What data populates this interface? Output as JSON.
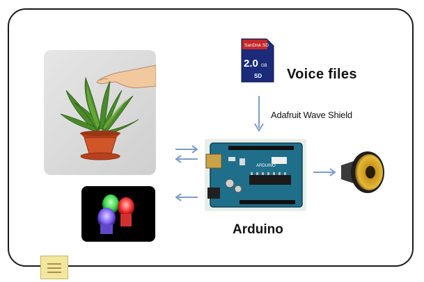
{
  "diagram": {
    "labels": {
      "voice_files": "Voice files",
      "shield": "Adafruit Wave Shield",
      "arduino": "Arduino"
    },
    "sd_card": {
      "brand": "SanDisk SD",
      "capacity": "2.0",
      "unit": "GB",
      "logo": "SD"
    },
    "icons": {
      "plant": "potted-plant-touch-icon",
      "leds": "rgb-led-icon",
      "sd": "sd-card-icon",
      "board": "arduino-board-icon",
      "speaker": "speaker-icon",
      "note": "note-icon"
    },
    "colors": {
      "arrow": "#7c9cc8",
      "frame": "#1a1a1a",
      "board": "#1f6f8b"
    }
  }
}
